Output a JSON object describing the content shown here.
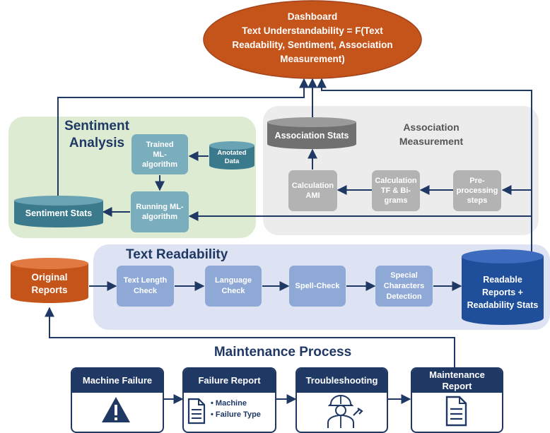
{
  "dashboard": {
    "line1": "Dashboard",
    "line2": "Text Understandability = F(Text",
    "line3": "Readability, Sentiment, Association",
    "line4": "Measurement)"
  },
  "sentiment": {
    "title_line1": "Sentiment",
    "title_line2": "Analysis",
    "trained": "Trained ML-algorithm",
    "annotated": "Anotated Data",
    "running": "Running ML-algorithm",
    "stats": "Sentiment Stats"
  },
  "association": {
    "title_line1": "Association",
    "title_line2": "Measurement",
    "stats": "Association Stats",
    "calc_ami": "Calculation AMI",
    "calc_tf": "Calculation TF & Bi-grams",
    "preprocessing": "Pre-processing steps"
  },
  "readability": {
    "title": "Text Readability",
    "original_reports": "Original Reports",
    "text_length": "Text Length Check",
    "language": "Language Check",
    "spell": "Spell-Check",
    "special": "Special Characters Detection",
    "stats": "Readable Reports + Readability Stats"
  },
  "maintenance": {
    "title": "Maintenance Process",
    "machine_failure": "Machine Failure",
    "failure_report": "Failure Report",
    "bullet1": "Machine",
    "bullet2": "Failure Type",
    "troubleshooting": "Troubleshooting",
    "maintenance_report": "Maintenance Report"
  },
  "icons": [
    "warning-icon",
    "document-icon",
    "technician-icon",
    "report-icon"
  ],
  "colors": {
    "navy": "#1f3864",
    "orange": "#c5541a",
    "teal_dark": "#3b7a8c",
    "teal_box": "#7aaebd",
    "gray_dark": "#707070",
    "gray_box": "#b3b3b3",
    "blue_dark": "#1f4e9a",
    "blue_box": "#8fa9d6",
    "sentiment_bg": "#dcebd2",
    "association_bg": "#ececec",
    "readability_bg": "#dde3f3"
  }
}
